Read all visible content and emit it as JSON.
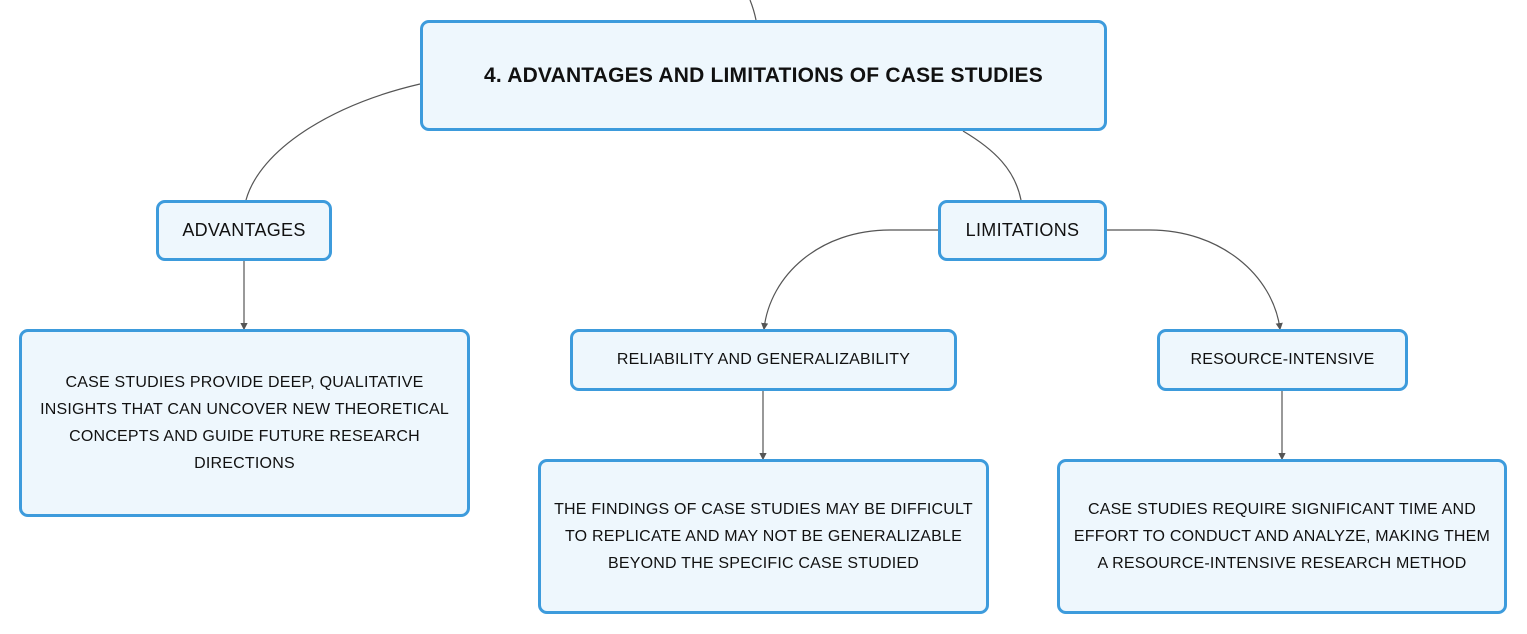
{
  "diagram": {
    "root": {
      "label": "4. ADVANTAGES AND LIMITATIONS OF CASE STUDIES"
    },
    "advantages": {
      "label": "ADVANTAGES",
      "detail": "CASE STUDIES PROVIDE DEEP, QUALITATIVE INSIGHTS THAT CAN UNCOVER NEW THEORETICAL CONCEPTS AND GUIDE FUTURE RESEARCH DIRECTIONS"
    },
    "limitations": {
      "label": "LIMITATIONS",
      "children": [
        {
          "label": "RELIABILITY AND GENERALIZABILITY",
          "detail": "THE FINDINGS OF CASE STUDIES MAY BE DIFFICULT TO REPLICATE AND MAY NOT BE GENERALIZABLE BEYOND THE SPECIFIC CASE STUDIED"
        },
        {
          "label": "RESOURCE-INTENSIVE",
          "detail": "CASE STUDIES REQUIRE SIGNIFICANT TIME AND EFFORT TO CONDUCT AND ANALYZE, MAKING THEM A RESOURCE-INTENSIVE RESEARCH METHOD"
        }
      ]
    }
  },
  "colors": {
    "node_border": "#3d9bdc",
    "node_fill": "#eef7fd",
    "connector": "#555555",
    "text": "#111111"
  }
}
